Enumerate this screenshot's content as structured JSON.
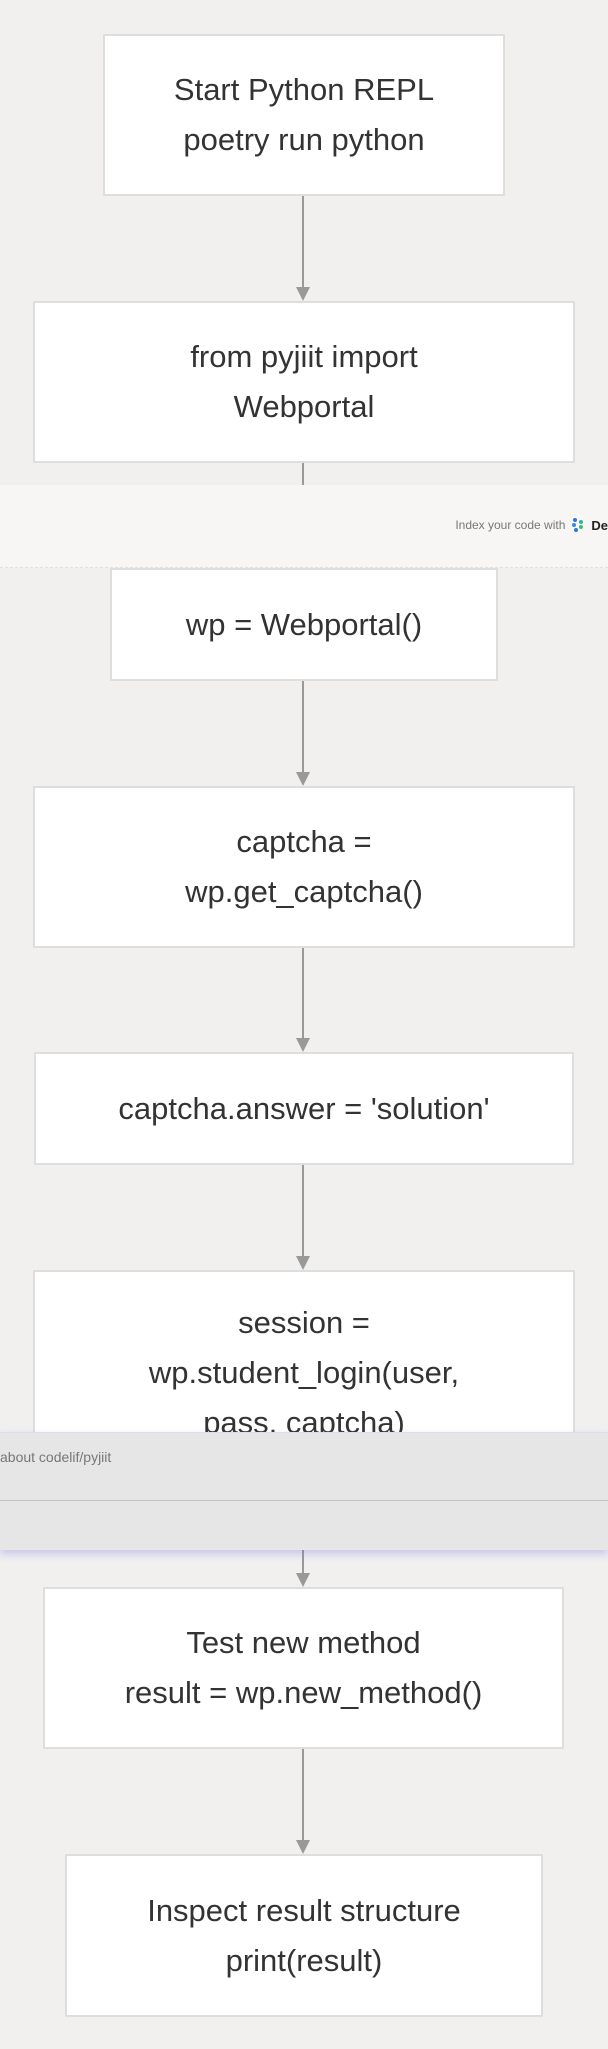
{
  "nodes": [
    {
      "lines": [
        "Start Python REPL",
        "poetry run python"
      ]
    },
    {
      "lines": [
        "from pyjiit import",
        "Webportal"
      ]
    },
    {
      "lines": [
        "wp = Webportal()"
      ]
    },
    {
      "lines": [
        "captcha =",
        "wp.get_captcha()"
      ]
    },
    {
      "lines": [
        "captcha.answer = 'solution'"
      ]
    },
    {
      "lines": [
        "session =",
        "wp.student_login(user,",
        "pass, captcha)"
      ]
    },
    {
      "lines": [
        "Test new method",
        "result = wp.new_method()"
      ]
    },
    {
      "lines": [
        "Inspect result structure",
        "print(result)"
      ]
    }
  ],
  "banner": {
    "text": "Index your code with",
    "brand": "De",
    "logo_icon": "deepwiki-logo-icon"
  },
  "overlay": {
    "text": "about codelif/pyjiit"
  },
  "colors": {
    "background": "#f1f0ef",
    "node_fill": "#ffffff",
    "node_border": "#dedede",
    "edge": "#999999"
  }
}
